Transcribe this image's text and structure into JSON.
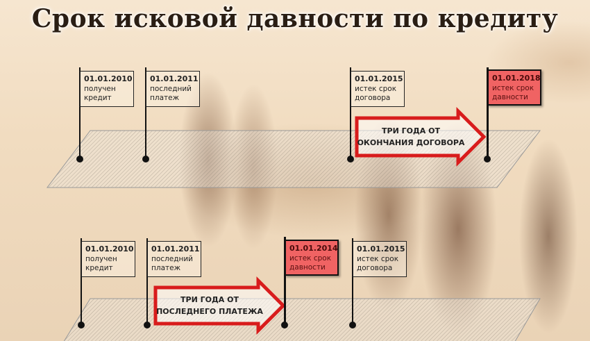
{
  "title": "Срок исковой давности по кредиту",
  "colors": {
    "highlight": "#f06363",
    "arrow": "#e02020"
  },
  "timeline_top": {
    "flags": [
      {
        "date": "01.01.2010",
        "line1": "получен",
        "line2": "кредит"
      },
      {
        "date": "01.01.2011",
        "line1": "последний",
        "line2": "платеж"
      },
      {
        "date": "01.01.2015",
        "line1": "истек срок",
        "line2": "договора"
      },
      {
        "date": "01.01.2018",
        "line1": "истек срок",
        "line2": "давности"
      }
    ],
    "arrow": {
      "line1": "ТРИ ГОДА ОТ",
      "line2": "ОКОНЧАНИЯ ДОГОВОРА"
    }
  },
  "timeline_bottom": {
    "flags": [
      {
        "date": "01.01.2010",
        "line1": "получен",
        "line2": "кредит"
      },
      {
        "date": "01.01.2011",
        "line1": "последний",
        "line2": "платеж"
      },
      {
        "date": "01.01.2014",
        "line1": "истек срок",
        "line2": "давности"
      },
      {
        "date": "01.01.2015",
        "line1": "истек срок",
        "line2": "договора"
      }
    ],
    "arrow": {
      "line1": "ТРИ ГОДА ОТ",
      "line2": "ПОСЛЕДНЕГО ПЛАТЕЖА"
    }
  }
}
